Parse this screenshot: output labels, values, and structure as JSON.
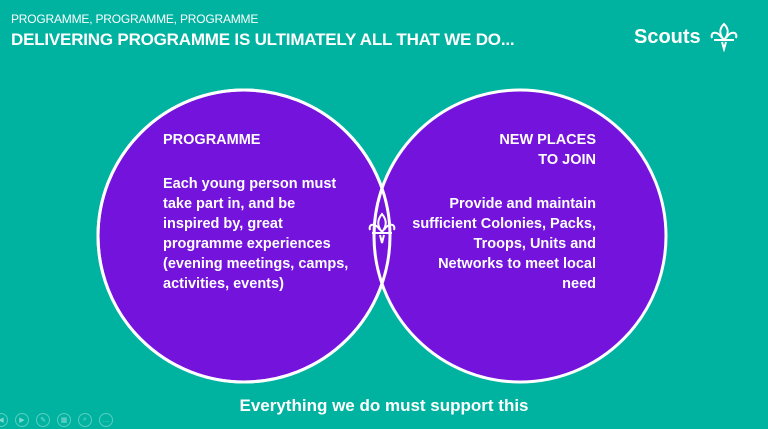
{
  "header": {
    "subtitle": "PROGRAMME, PROGRAMME, PROGRAMME",
    "title": "DELIVERING PROGRAMME IS ULTIMATELY ALL THAT WE DO...",
    "logo_text": "Scouts"
  },
  "venn": {
    "left": {
      "heading": "PROGRAMME",
      "body": "Each young person must take part in, and be inspired by, great programme experiences (evening meetings, camps, activities, events)"
    },
    "right": {
      "heading_line1": "NEW PLACES",
      "heading_line2": "TO JOIN",
      "body": "Provide and maintain sufficient Colonies, Packs, Troops, Units and Networks to meet local need"
    },
    "center_icon": "fleur-de-lis-icon"
  },
  "footer": "Everything we do must support this",
  "controls": [
    {
      "icon": "prev-icon",
      "glyph": "◀"
    },
    {
      "icon": "next-icon",
      "glyph": "▶"
    },
    {
      "icon": "pen-icon",
      "glyph": "✎"
    },
    {
      "icon": "slides-icon",
      "glyph": "▦"
    },
    {
      "icon": "zoom-icon",
      "glyph": "⌕"
    },
    {
      "icon": "more-icon",
      "glyph": "…"
    }
  ],
  "colors": {
    "background": "#00b3a0",
    "purple": "#7413dc"
  }
}
